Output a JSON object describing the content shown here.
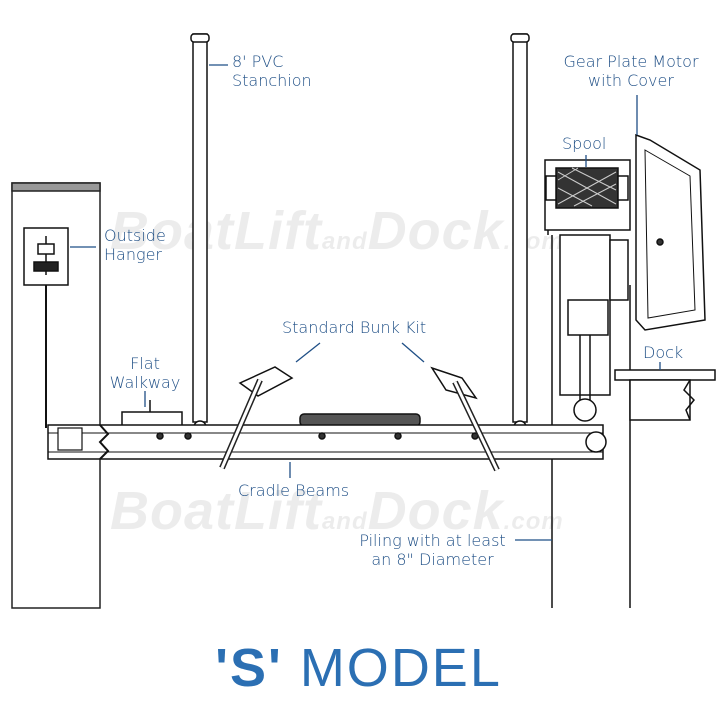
{
  "title": {
    "prefix": "'S'",
    "suffix": "MODEL"
  },
  "labels": {
    "pvc_stanchion": [
      "8' PVC",
      "Stanchion"
    ],
    "gear_plate_motor": [
      "Gear Plate Motor",
      "with Cover"
    ],
    "spool": "Spool",
    "outside_hanger": [
      "Outside",
      "Hanger"
    ],
    "standard_bunk_kit": "Standard Bunk Kit",
    "flat_walkway": [
      "Flat",
      "Walkway"
    ],
    "dock": "Dock",
    "cradle_beams": "Cradle Beams",
    "piling": [
      "Piling with at least",
      "an 8\" Diameter"
    ]
  },
  "watermark": {
    "brand_main": "BoatLift",
    "brand_and": "and",
    "brand_tail": "Dock",
    "brand_domain": ".com"
  },
  "colors": {
    "label": "#1f4f86",
    "title": "#2b6fb3",
    "line": "#111111"
  }
}
